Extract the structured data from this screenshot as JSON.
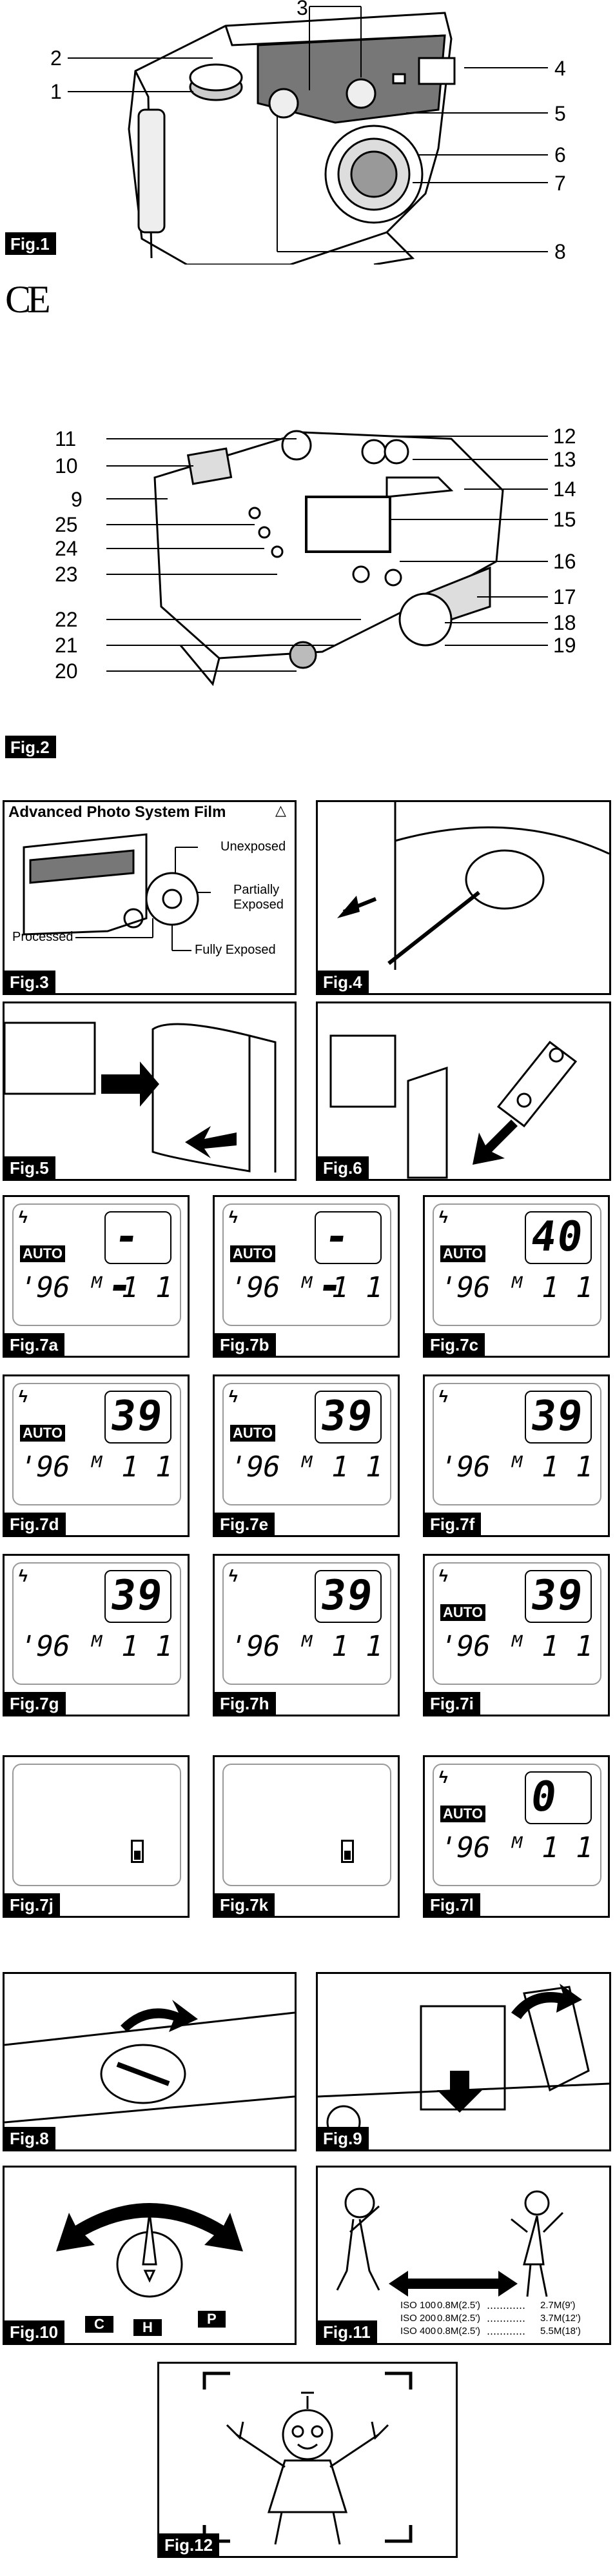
{
  "fig1": {
    "label": "Fig.1",
    "callouts": [
      "1",
      "2",
      "3",
      "4",
      "5",
      "6",
      "7",
      "8"
    ]
  },
  "ce_mark": "CE",
  "fig2": {
    "label": "Fig.2",
    "callouts": [
      "9",
      "10",
      "11",
      "12",
      "13",
      "14",
      "15",
      "16",
      "17",
      "18",
      "19",
      "20",
      "21",
      "22",
      "23",
      "24",
      "25"
    ]
  },
  "fig3": {
    "label": "Fig.3",
    "title": "Advanced Photo System Film",
    "unexposed": "Unexposed",
    "partially": "Partially",
    "exposed_word": "Exposed",
    "processed": "Processed",
    "fully": "Fully Exposed"
  },
  "fig4": {
    "label": "Fig.4"
  },
  "fig5": {
    "label": "Fig.5"
  },
  "fig6": {
    "label": "Fig.6"
  },
  "lcd_panels": [
    {
      "label": "Fig.7a",
      "counter": "- -",
      "auto": "AUTO",
      "date": "'96 ᴹ 1 1"
    },
    {
      "label": "Fig.7b",
      "counter": "- -",
      "auto": "AUTO",
      "date": "'96 ᴹ 1 1"
    },
    {
      "label": "Fig.7c",
      "counter": "40",
      "auto": "AUTO",
      "date": "'96 ᴹ 1 1"
    },
    {
      "label": "Fig.7d",
      "counter": "39",
      "auto": "AUTO",
      "date": "'96 ᴹ 1 1"
    },
    {
      "label": "Fig.7e",
      "counter": "39",
      "auto": "AUTO",
      "date": "'96 ᴹ 1 1"
    },
    {
      "label": "Fig.7f",
      "counter": "39",
      "auto": "",
      "date": "'96 ᴹ 1 1"
    },
    {
      "label": "Fig.7g",
      "counter": "39",
      "auto": "",
      "date": "'96 ᴹ 1 1"
    },
    {
      "label": "Fig.7h",
      "counter": "39",
      "auto": "",
      "date": "'96 ᴹ 1 1"
    },
    {
      "label": "Fig.7i",
      "counter": "39",
      "auto": "AUTO",
      "date": "'96 ᴹ 1 1"
    },
    {
      "label": "Fig.7j",
      "counter": "",
      "auto": "",
      "date": ""
    },
    {
      "label": "Fig.7k",
      "counter": "",
      "auto": "",
      "date": ""
    },
    {
      "label": "Fig.7l",
      "counter": "0",
      "auto": "AUTO",
      "date": "'96 ᴹ 1 1"
    }
  ],
  "fig8": {
    "label": "Fig.8"
  },
  "fig9": {
    "label": "Fig.9"
  },
  "fig10": {
    "label": "Fig.10",
    "modes": [
      "C",
      "H",
      "P"
    ]
  },
  "fig11": {
    "label": "Fig.11",
    "rows": [
      {
        "iso": "ISO 100",
        "near": "0.8M(2.5')",
        "far": "2.7M(9')"
      },
      {
        "iso": "ISO 200",
        "near": "0.8M(2.5')",
        "far": "3.7M(12')"
      },
      {
        "iso": "ISO 400",
        "near": "0.8M(2.5')",
        "far": "5.5M(18')"
      }
    ]
  },
  "fig12": {
    "label": "Fig.12"
  }
}
